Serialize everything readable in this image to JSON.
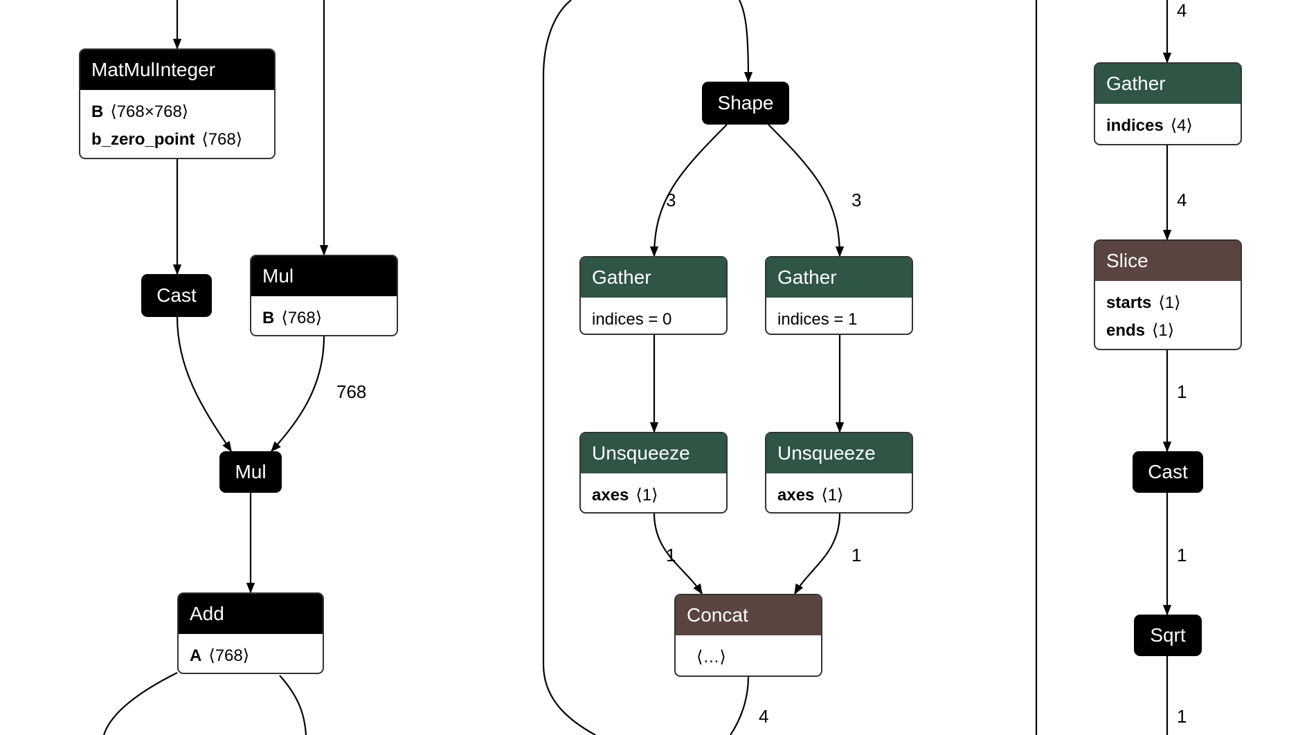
{
  "nodes": {
    "matmul": {
      "title": "MatMulInteger",
      "rows": [
        {
          "name": "B",
          "value": "⟨768×768⟩"
        },
        {
          "name": "b_zero_point",
          "value": "⟨768⟩"
        }
      ]
    },
    "cast_left": {
      "title": "Cast"
    },
    "mul_top": {
      "title": "Mul",
      "rows": [
        {
          "name": "B",
          "value": "⟨768⟩"
        }
      ]
    },
    "mul_mid": {
      "title": "Mul"
    },
    "add": {
      "title": "Add",
      "rows": [
        {
          "name": "A",
          "value": "⟨768⟩"
        }
      ]
    },
    "shape": {
      "title": "Shape"
    },
    "gather_left": {
      "title": "Gather",
      "rows": [
        {
          "name": "",
          "value": "indices = 0"
        }
      ]
    },
    "gather_right": {
      "title": "Gather",
      "rows": [
        {
          "name": "",
          "value": "indices = 1"
        }
      ]
    },
    "unsq_left": {
      "title": "Unsqueeze",
      "rows": [
        {
          "name": "axes",
          "value": "⟨1⟩"
        }
      ]
    },
    "unsq_right": {
      "title": "Unsqueeze",
      "rows": [
        {
          "name": "axes",
          "value": "⟨1⟩"
        }
      ]
    },
    "concat": {
      "title": "Concat",
      "rows": [
        {
          "name": "",
          "value": "⟨…⟩"
        }
      ]
    },
    "gather_far": {
      "title": "Gather",
      "rows": [
        {
          "name": "indices",
          "value": "⟨4⟩"
        }
      ]
    },
    "slice": {
      "title": "Slice",
      "rows": [
        {
          "name": "starts",
          "value": "⟨1⟩"
        },
        {
          "name": "ends",
          "value": "⟨1⟩"
        }
      ]
    },
    "cast_right": {
      "title": "Cast"
    },
    "sqrt": {
      "title": "Sqrt"
    }
  },
  "edge_labels": {
    "mul_top_out": "768",
    "shape_left": "3",
    "shape_right": "3",
    "unsq_left_out": "1",
    "unsq_right_out": "1",
    "concat_out": "4",
    "gather_far_in": "4",
    "gather_far_out": "4",
    "slice_out": "1",
    "cast_right_out": "1",
    "sqrt_out": "1"
  },
  "colors": {
    "header_black": "#000000",
    "header_green": "#2f5544",
    "header_brown": "#5a443f",
    "edge": "#000000",
    "background": "#ffffff"
  }
}
